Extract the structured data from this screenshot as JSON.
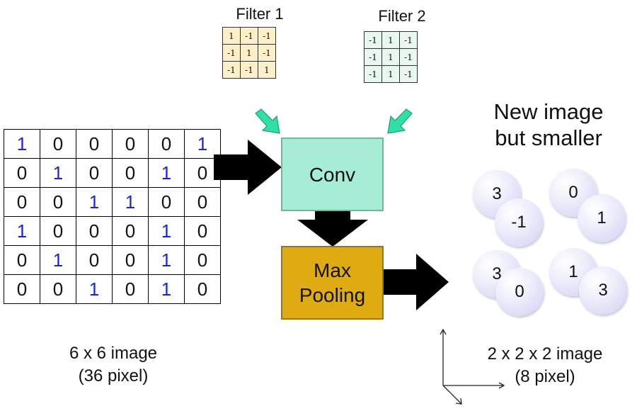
{
  "filter1": {
    "title": "Filter 1",
    "rows": [
      [
        "1",
        "-1",
        "-1"
      ],
      [
        "-1",
        "1",
        "-1"
      ],
      [
        "-1",
        "-1",
        "1"
      ]
    ]
  },
  "filter2": {
    "title": "Filter 2",
    "rows": [
      [
        "-1",
        "1",
        "-1"
      ],
      [
        "-1",
        "1",
        "-1"
      ],
      [
        "-1",
        "1",
        "-1"
      ]
    ]
  },
  "image": {
    "rows": [
      [
        "1",
        "0",
        "0",
        "0",
        "0",
        "1"
      ],
      [
        "0",
        "1",
        "0",
        "0",
        "1",
        "0"
      ],
      [
        "0",
        "0",
        "1",
        "1",
        "0",
        "0"
      ],
      [
        "1",
        "0",
        "0",
        "0",
        "1",
        "0"
      ],
      [
        "0",
        "1",
        "0",
        "0",
        "1",
        "0"
      ],
      [
        "0",
        "0",
        "1",
        "0",
        "1",
        "0"
      ]
    ],
    "caption_line1": "6 x 6 image",
    "caption_line2": "(36 pixel)"
  },
  "conv_label": "Conv",
  "pool_label_line1": "Max",
  "pool_label_line2": "Pooling",
  "new_image_line1": "New image",
  "new_image_line2": "but smaller",
  "output": {
    "pairs": [
      {
        "back": "3",
        "front": "-1"
      },
      {
        "back": "0",
        "front": "1"
      },
      {
        "back": "3",
        "front": "0"
      },
      {
        "back": "1",
        "front": "3"
      }
    ],
    "caption_line1": "2 x 2 x 2 image",
    "caption_line2": "(8 pixel)"
  },
  "colors": {
    "highlight": "#1a25d6",
    "conv": "#a7ecd6",
    "pool": "#deac12",
    "filter1_bg": "#fdf0c8",
    "filter2_bg": "#e8f7ef",
    "small_arrow": "#2ee0a5"
  }
}
